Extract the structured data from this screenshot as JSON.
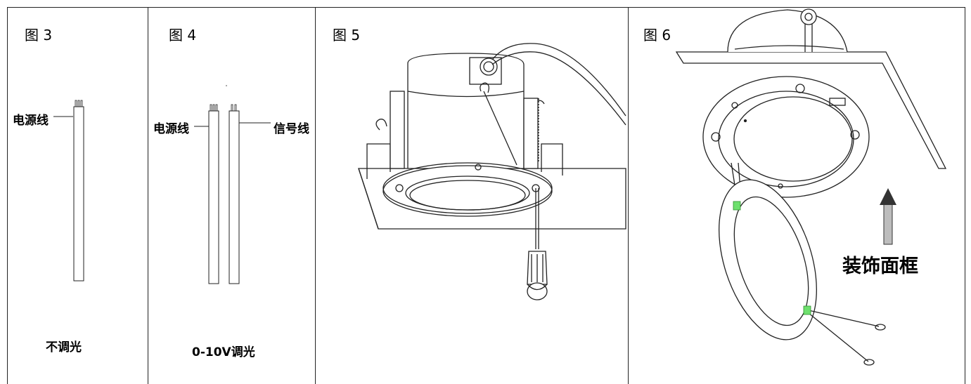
{
  "figures": [
    {
      "title": "图 3",
      "labels": {
        "power_wire": "电源线"
      },
      "caption": "不调光"
    },
    {
      "title": "图 4",
      "labels": {
        "power_wire": "电源线",
        "signal_wire": "信号线"
      },
      "caption": "0-10V调光"
    },
    {
      "title": "图 5"
    },
    {
      "title": "图 6",
      "labels": {
        "trim": "装饰面框"
      }
    }
  ]
}
